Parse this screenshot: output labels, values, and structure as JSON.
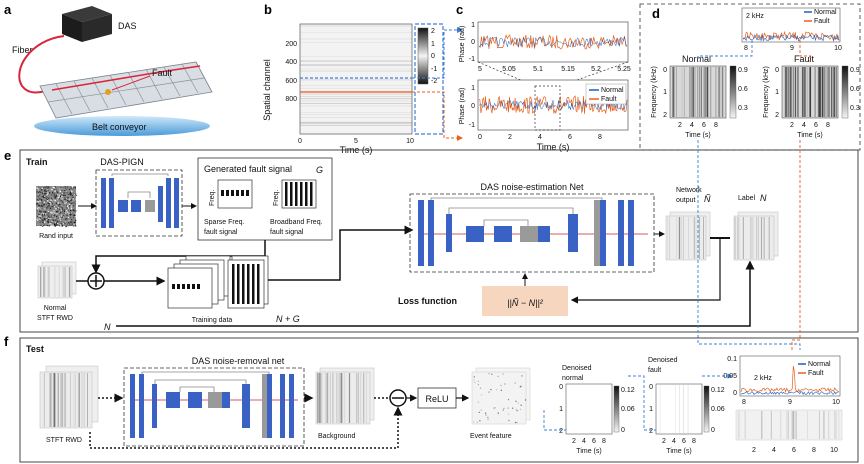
{
  "panels": {
    "a": {
      "label": "a",
      "das": "DAS",
      "fiber": "Fiber",
      "fault": "Fault",
      "conveyor": "Belt conveyor"
    },
    "b": {
      "label": "b",
      "ylabel": "Spatial channel",
      "xlabel": "Time (s)",
      "yticks": [
        "200",
        "400",
        "600",
        "800"
      ],
      "xticks": [
        "0",
        "5",
        "10"
      ],
      "cbar_ticks": [
        "2",
        "1",
        "0",
        "-1",
        "-2"
      ]
    },
    "c": {
      "label": "c",
      "ylabel_top": "Phase (rad)",
      "ylabel_bottom": "Phase (rad)",
      "top_yticks": [
        "1",
        "0",
        "-1"
      ],
      "top_xticks": [
        "5",
        "5.05",
        "5.1",
        "5.15",
        "5.2",
        "5.25"
      ],
      "bottom_yticks": [
        "1",
        "0",
        "-1"
      ],
      "bottom_xticks": [
        "0",
        "2",
        "4",
        "6",
        "8"
      ],
      "xlabel": "Time (s)",
      "legend": [
        "Normal",
        "Fault"
      ]
    },
    "d": {
      "label": "d",
      "freq_annot": "2 kHz",
      "legend": [
        "Normal",
        "Fault"
      ],
      "top_xticks": [
        "8",
        "9",
        "10"
      ],
      "normal_title": "Normal",
      "fault_title": "Fault",
      "ylabel": "Frequency (kHz)",
      "yticks": [
        "0",
        "1",
        "2"
      ],
      "xticks": [
        "2",
        "4",
        "6",
        "8"
      ],
      "xlabel": "Time (s)",
      "cbar_ticks": [
        "0.9",
        "0.6",
        "0.3"
      ]
    },
    "e": {
      "label": "e",
      "section": "Train",
      "generator": "DAS-PIGN",
      "rand_input": "Rand input",
      "generated_title": "Generated fault signal",
      "g_symbol": "G",
      "freq": "Freq.",
      "sparse_l1": "Sparse Freq.",
      "sparse_l2": "fault signal",
      "broad_l1": "Broadband Freq.",
      "broad_l2": "fault signal",
      "normal_l1": "Normal",
      "normal_l2": "STFT RWD",
      "n_symbol": "N",
      "training_data": "Training data",
      "sum_expr": "N + G",
      "net_title": "DAS noise-estimation Net",
      "net_out_l1": "Network",
      "net_out_l2": "output",
      "n_tilde": "Ñ",
      "label_text": "Label",
      "loss_title": "Loss function",
      "loss_expr": "||Ñ − N||²"
    },
    "f": {
      "label": "f",
      "section": "Test",
      "net_title": "DAS noise-removal net",
      "stft_rwd": "STFT RWD",
      "background": "Background",
      "relu": "ReLU",
      "event_feature": "Event feature",
      "denoised_normal_l1": "Denoised",
      "denoised_normal_l2": "normal",
      "denoised_fault_l1": "Denoised",
      "denoised_fault_l2": "fault",
      "yticks": [
        "0",
        "1",
        "2"
      ],
      "xticks": [
        "2",
        "4",
        "6",
        "8"
      ],
      "xlabel": "Time (s)",
      "cbar_ticks": [
        "0.12",
        "0.06",
        "0"
      ],
      "freq_annot": "2 kHz",
      "legend": [
        "Normal",
        "Fault"
      ],
      "top_yticks": [
        "0.1",
        "0.05",
        "0"
      ],
      "top_xticks": [
        "8",
        "9",
        "10"
      ],
      "bottom_xticks": [
        "2",
        "4",
        "6",
        "8",
        "10"
      ]
    }
  },
  "colors": {
    "normal": "#1f5fbf",
    "fault": "#e8601c",
    "block_blue": "#3a62c4",
    "block_gray": "#9a9a9a",
    "loss_bg": "#f6d6bf",
    "dashed_blue": "#3b7fd9",
    "dashed_orange": "#e8601c"
  }
}
